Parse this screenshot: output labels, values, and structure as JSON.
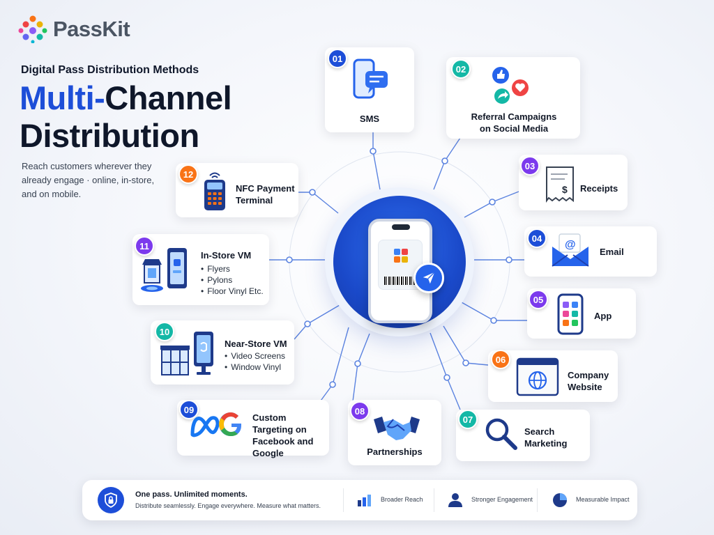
{
  "brand": {
    "name": "PassKit"
  },
  "header": {
    "subtitle": "Digital Pass Distribution Methods",
    "title_accent": "Multi-",
    "title_rest_1": "Channel",
    "title_rest_2": "Distribution",
    "description": "Reach customers wherever they already engage · online, in-store, and on mobile."
  },
  "channels": [
    {
      "num": "01",
      "label": "SMS",
      "icon": "sms-chat-icon"
    },
    {
      "num": "02",
      "label": "Referral Campaigns on Social Media",
      "icon": "social-reactions-icon"
    },
    {
      "num": "03",
      "label": "Receipts",
      "icon": "receipt-icon"
    },
    {
      "num": "04",
      "label": "Email",
      "icon": "envelope-icon"
    },
    {
      "num": "05",
      "label": "App",
      "icon": "app-grid-icon"
    },
    {
      "num": "06",
      "label": "Company Website",
      "icon": "browser-globe-icon"
    },
    {
      "num": "07",
      "label": "Search Marketing",
      "icon": "magnifier-icon"
    },
    {
      "num": "08",
      "label": "Partnerships",
      "icon": "handshake-icon"
    },
    {
      "num": "09",
      "label": "Custom Targeting on Facebook and Google",
      "icon": "meta-google-icon"
    },
    {
      "num": "10",
      "label": "Near-Store VM",
      "items": [
        "Video Screens",
        "Window Vinyl"
      ],
      "icon": "storefront-icon"
    },
    {
      "num": "11",
      "label": "In-Store VM",
      "items": [
        "Flyers",
        "Pylons",
        "Floor Vinyl Etc."
      ],
      "icon": "instore-display-icon"
    },
    {
      "num": "12",
      "label": "NFC Payment Terminal",
      "icon": "nfc-terminal-icon"
    }
  ],
  "footer": {
    "headline": "One pass. Unlimited moments.",
    "tagline": "Distribute seamlessly. Engage everywhere. Measure what matters.",
    "stats": [
      "Broader Reach",
      "Stronger Engagement",
      "Measurable Impact"
    ]
  },
  "colors": {
    "primary": "#1d4ed8",
    "badge_blue": "#1d4ed8",
    "badge_teal": "#14b8a6",
    "badge_purple": "#7c3aed",
    "badge_orange": "#f97316",
    "line": "#5b83e0"
  }
}
